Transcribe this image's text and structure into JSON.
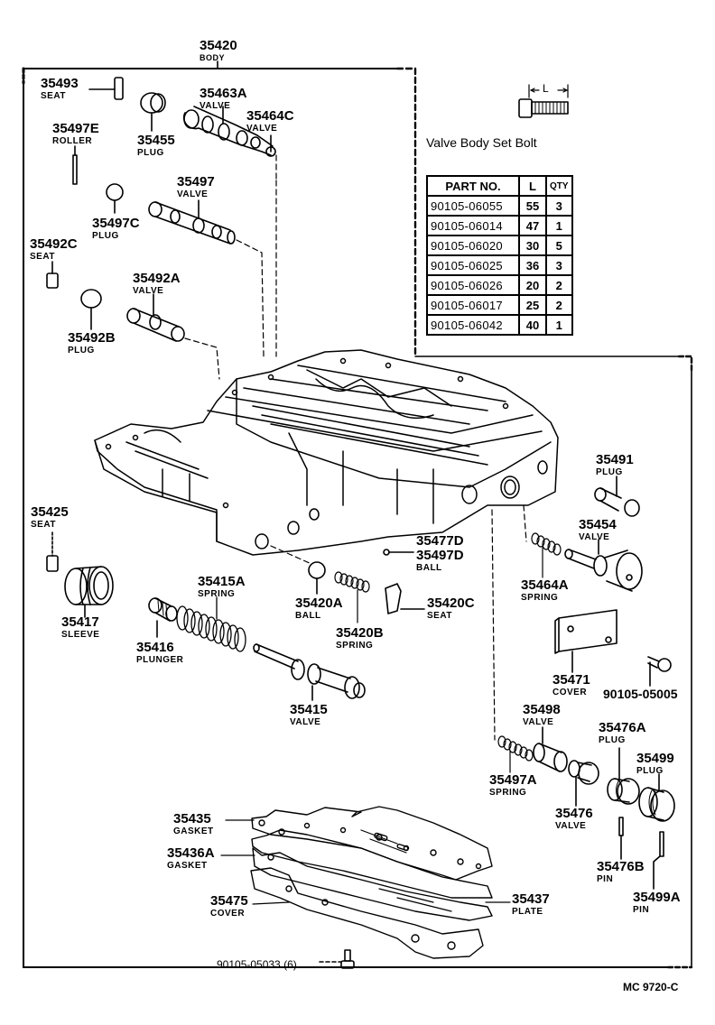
{
  "diagram": {
    "reference_code": "MC 9720-C",
    "assembly": {
      "part_no": "35420",
      "name": "BODY"
    },
    "parts": [
      {
        "id": "35493",
        "name": "SEAT"
      },
      {
        "id": "35455",
        "name": "PLUG"
      },
      {
        "id": "35463A",
        "name": "VALVE"
      },
      {
        "id": "35464C",
        "name": "VALVE"
      },
      {
        "id": "35497E",
        "name": "ROLLER"
      },
      {
        "id": "35497",
        "name": "VALVE"
      },
      {
        "id": "35497C",
        "name": "PLUG"
      },
      {
        "id": "35492C",
        "name": "SEAT"
      },
      {
        "id": "35492A",
        "name": "VALVE"
      },
      {
        "id": "35492B",
        "name": "PLUG"
      },
      {
        "id": "35425",
        "name": "SEAT"
      },
      {
        "id": "35417",
        "name": "SLEEVE"
      },
      {
        "id": "35415A",
        "name": "SPRING"
      },
      {
        "id": "35416",
        "name": "PLUNGER"
      },
      {
        "id": "35415",
        "name": "VALVE"
      },
      {
        "id": "35420A",
        "name": "BALL"
      },
      {
        "id": "35420B",
        "name": "SPRING"
      },
      {
        "id": "35477D",
        "name": ""
      },
      {
        "id": "35497D",
        "name": "BALL"
      },
      {
        "id": "35420C",
        "name": "SEAT"
      },
      {
        "id": "35491",
        "name": "PLUG"
      },
      {
        "id": "35454",
        "name": "VALVE"
      },
      {
        "id": "35464A",
        "name": "SPRING"
      },
      {
        "id": "35471",
        "name": "COVER"
      },
      {
        "id": "90105-05005",
        "name": ""
      },
      {
        "id": "35498",
        "name": "VALVE"
      },
      {
        "id": "35476A",
        "name": "PLUG"
      },
      {
        "id": "35499",
        "name": "PLUG"
      },
      {
        "id": "35497A",
        "name": "SPRING"
      },
      {
        "id": "35476",
        "name": "VALVE"
      },
      {
        "id": "35476B",
        "name": "PIN"
      },
      {
        "id": "35499A",
        "name": "PIN"
      },
      {
        "id": "35435",
        "name": "GASKET"
      },
      {
        "id": "35436A",
        "name": "GASKET"
      },
      {
        "id": "35475",
        "name": "COVER"
      },
      {
        "id": "35437",
        "name": "PLATE"
      },
      {
        "id": "90105-05033 (6)",
        "name": ""
      }
    ],
    "bolt_table": {
      "title": "Valve Body Set Bolt",
      "dimension_label": "L",
      "headers": [
        "PART NO.",
        "L",
        "QTY"
      ],
      "rows": [
        [
          "90105-06055",
          "55",
          "3"
        ],
        [
          "90105-06014",
          "47",
          "1"
        ],
        [
          "90105-06020",
          "30",
          "5"
        ],
        [
          "90105-06025",
          "36",
          "3"
        ],
        [
          "90105-06026",
          "20",
          "2"
        ],
        [
          "90105-06017",
          "25",
          "2"
        ],
        [
          "90105-06042",
          "40",
          "1"
        ]
      ]
    }
  }
}
